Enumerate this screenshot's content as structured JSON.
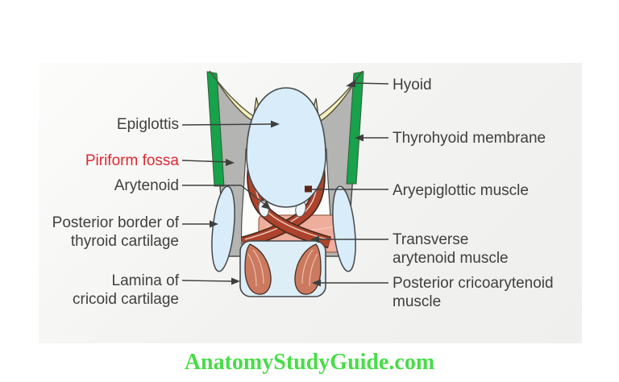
{
  "figure": {
    "labels": {
      "epiglottis": "Epiglottis",
      "piriform_fossa": "Piriform fossa",
      "arytenoid": "Arytenoid",
      "posterior_border": "Posterior border of\nthyroid cartilage",
      "lamina": "Lamina of\ncricoid cartilage",
      "hyoid": "Hyoid",
      "thyrohyoid": "Thyrohyoid membrane",
      "aryepiglottic": "Aryepiglottic muscle",
      "transverse": "Transverse\narytenoid muscle",
      "posterior_crico": "Posterior cricoarytenoid\nmuscle"
    },
    "colors": {
      "label_text": "#3f3f3f",
      "label_red": "#e02830",
      "body_gray": "#b4b4b2",
      "membrane_green": "#17a24b",
      "hyoid_cream": "#f5f1bb",
      "cartilage_blue": "#d8edf9",
      "cricoid_blue": "#ddeef6",
      "muscle_dark_red": "#ad432c",
      "muscle_outline": "#4a2a1c",
      "muscle_pink": "#efad9c",
      "muscle_salmon": "#cb7a5f",
      "interior_white": "#fcfcfb"
    }
  },
  "watermark": {
    "text": "AnatomyStudyGuide.com",
    "color": "#49dc49"
  }
}
